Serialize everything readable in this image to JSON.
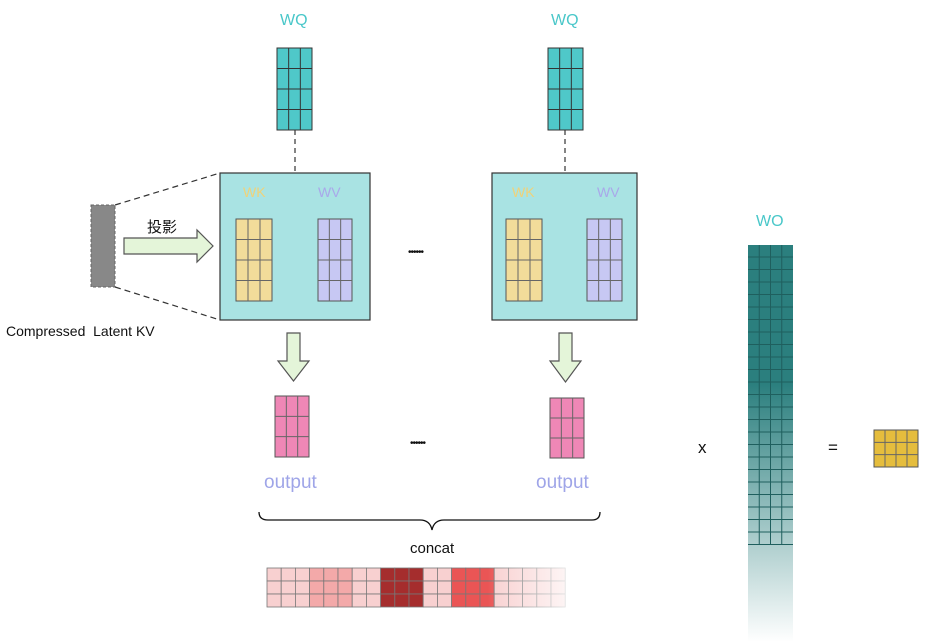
{
  "labels": {
    "wq": "WQ",
    "wk": "WK",
    "wv": "WV",
    "wo": "WO",
    "projection": "投影",
    "compressed": "Compressed  Latent KV",
    "output": "output",
    "ellipsis": "••••••",
    "concat": "concat",
    "multiply": "x",
    "equals": "="
  },
  "colors": {
    "wq_fill": "#4fc8c9",
    "head_box": "#a9e3e3",
    "wk_fill": "#f2dc9a",
    "wv_fill": "#c7c8f3",
    "output_fill": "#ef87b6",
    "wo_fill": "#2b7f7e",
    "result_fill": "#e5bd3d",
    "latent_fill": "#888888",
    "arrow_fill": "#e4f5d9",
    "concat_colors": [
      "#f8d0d0",
      "#f3a9a9",
      "#f8d0d0",
      "#a52d2d",
      "#f8d0d0",
      "#ea5555",
      "#f8d0d0"
    ]
  }
}
